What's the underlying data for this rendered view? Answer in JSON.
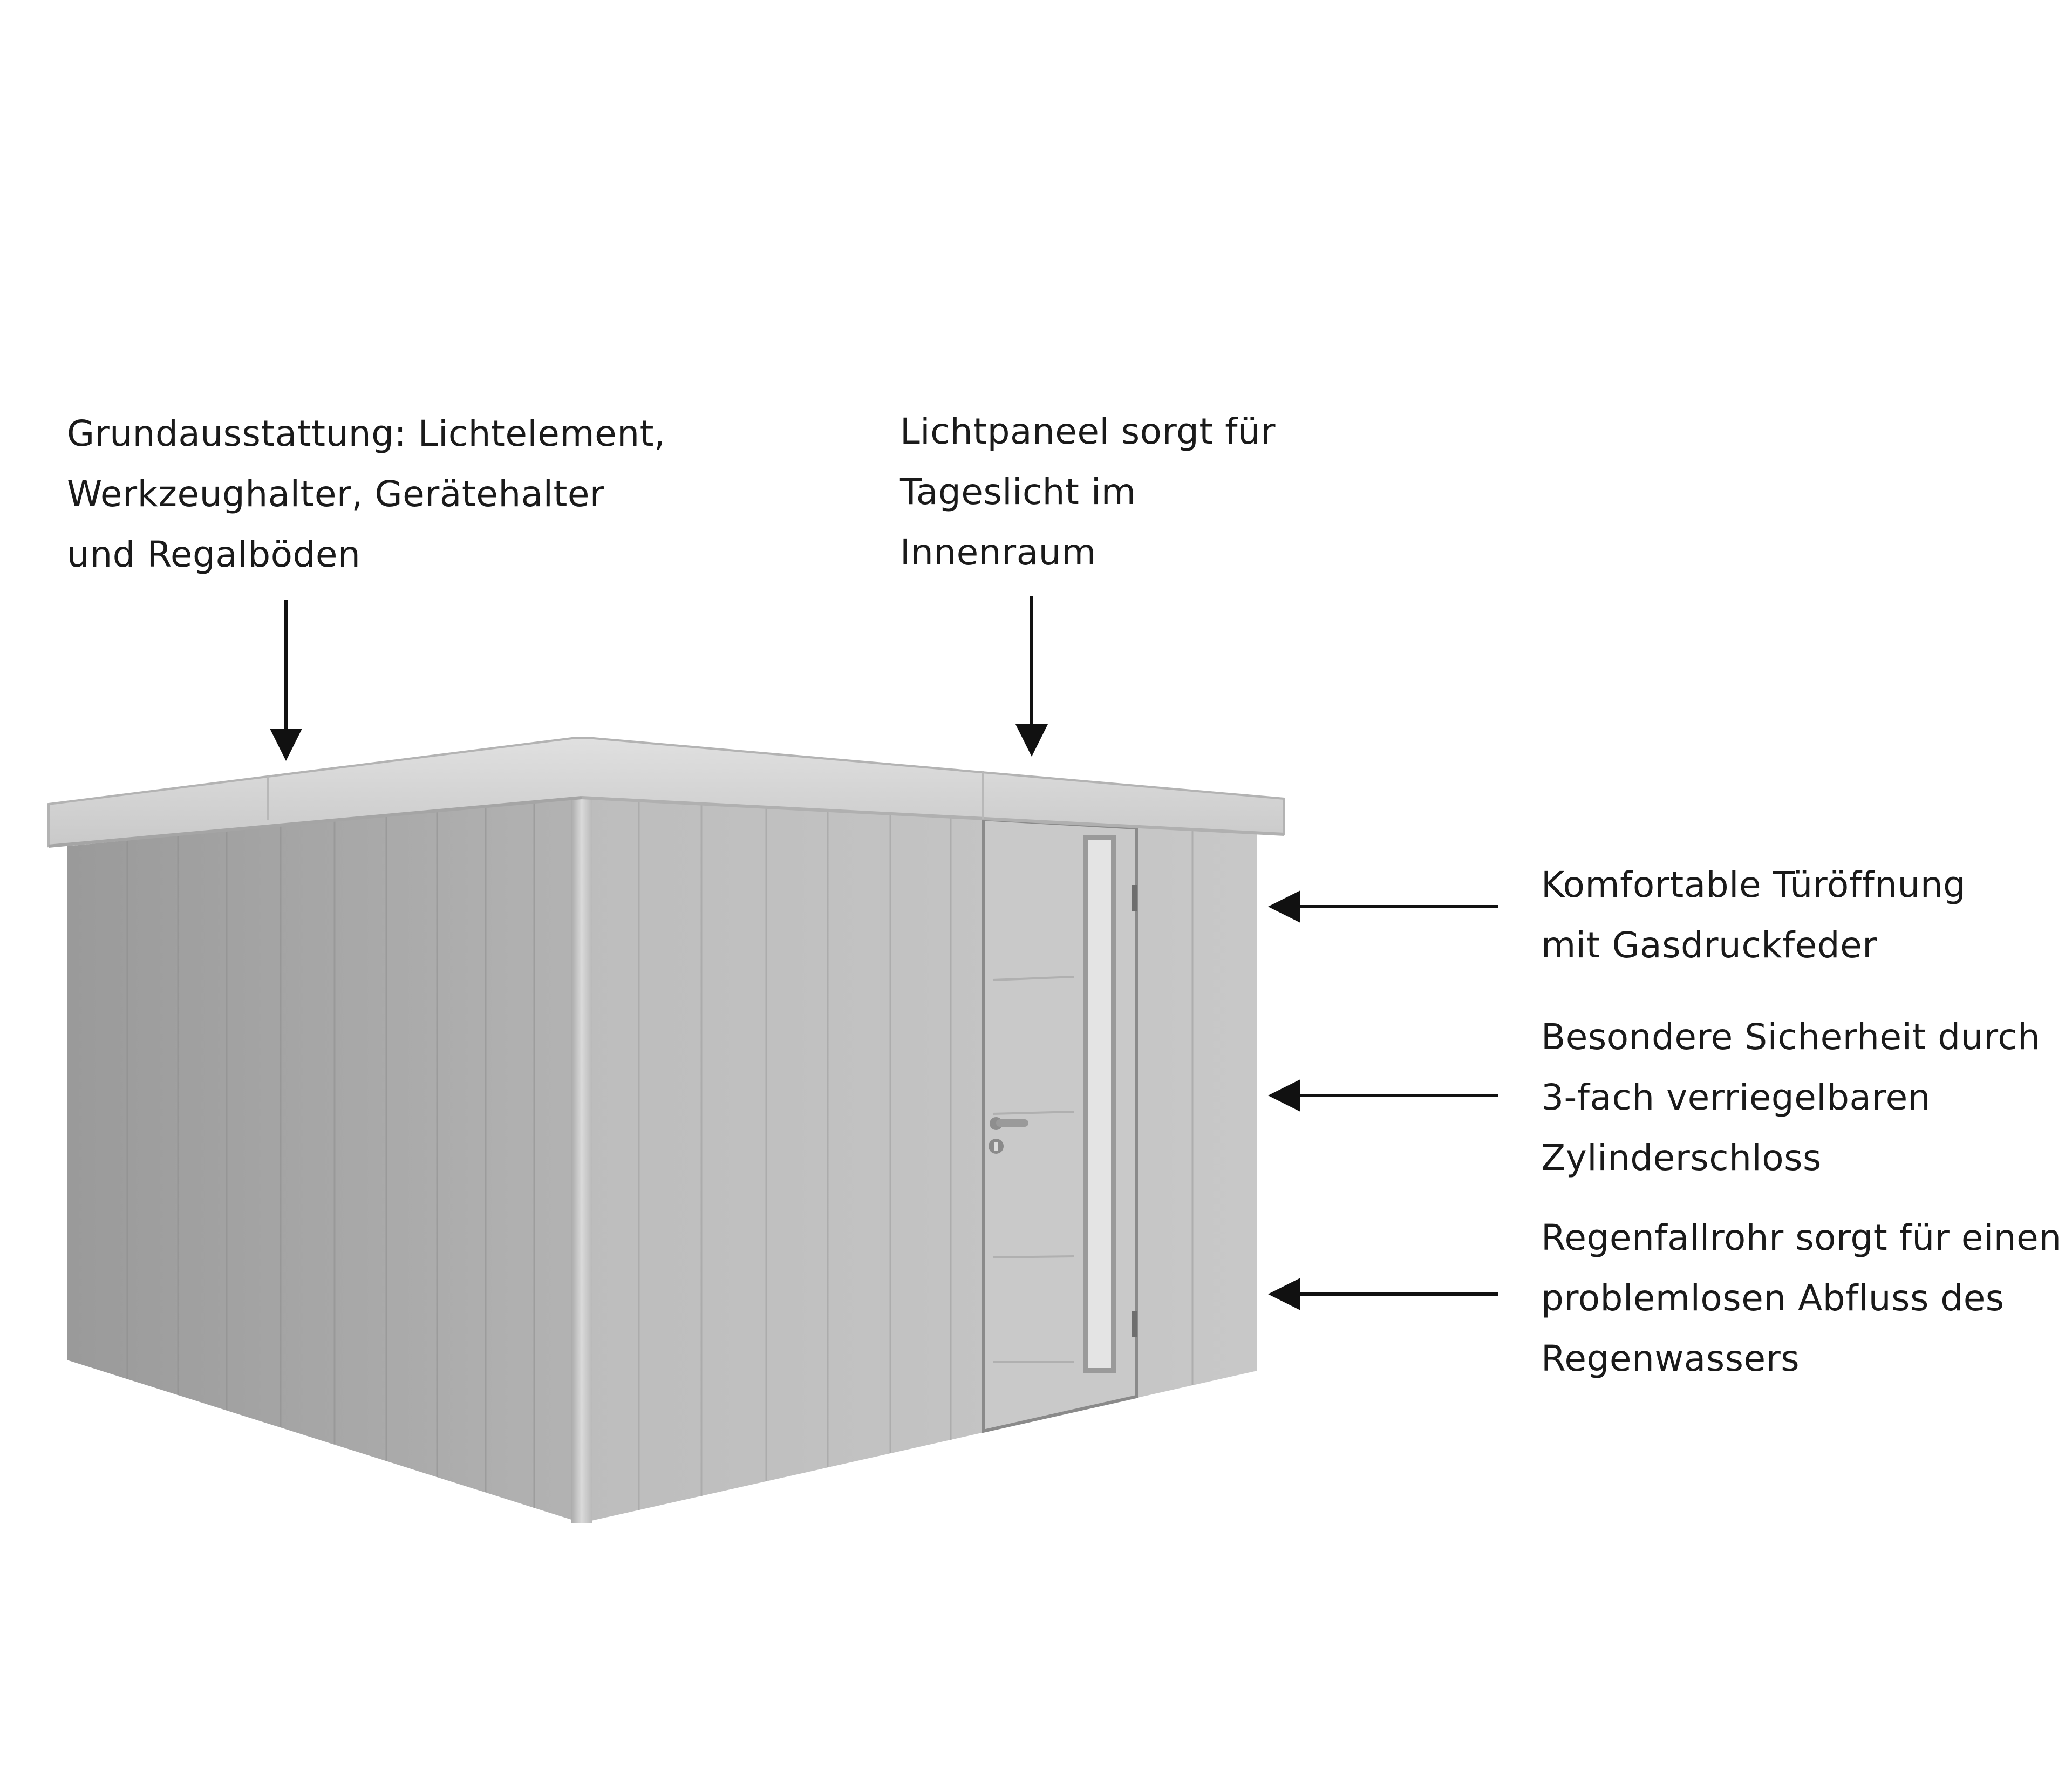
{
  "annotations": {
    "basic_equipment": {
      "lines": [
        "Grundausstattung: Lichtelement,",
        "Werkzeughalter, Gerätehalter",
        "und Regalböden"
      ]
    },
    "light_panel": {
      "lines": [
        "Lichtpaneel sorgt für",
        "Tageslicht im",
        "Innenraum"
      ]
    },
    "door_opening": {
      "lines": [
        "Komfortable Türöffnung",
        "mit Gasdruckfeder"
      ]
    },
    "security": {
      "lines": [
        "Besondere Sicherheit durch",
        "3-fach verriegelbaren",
        "Zylinderschloss"
      ]
    },
    "rain_drain": {
      "lines": [
        "Regenfallrohr sorgt für einen",
        "problemlosen Abfluss des",
        "Regenwassers"
      ]
    }
  },
  "colors": {
    "background": "#ffffff",
    "text": "#1a1a1a",
    "arrow": "#111111",
    "shed_side_dark": "#9c9c9c",
    "shed_side_light": "#b6b6b6",
    "shed_front": "#c4c4c4",
    "shed_roof": "#d6d6d6",
    "window_glass": "#e6e6e6"
  },
  "icons": {
    "arrow": "arrow-icon",
    "door_handle": "door-handle-icon",
    "lock": "lock-cylinder-icon"
  }
}
